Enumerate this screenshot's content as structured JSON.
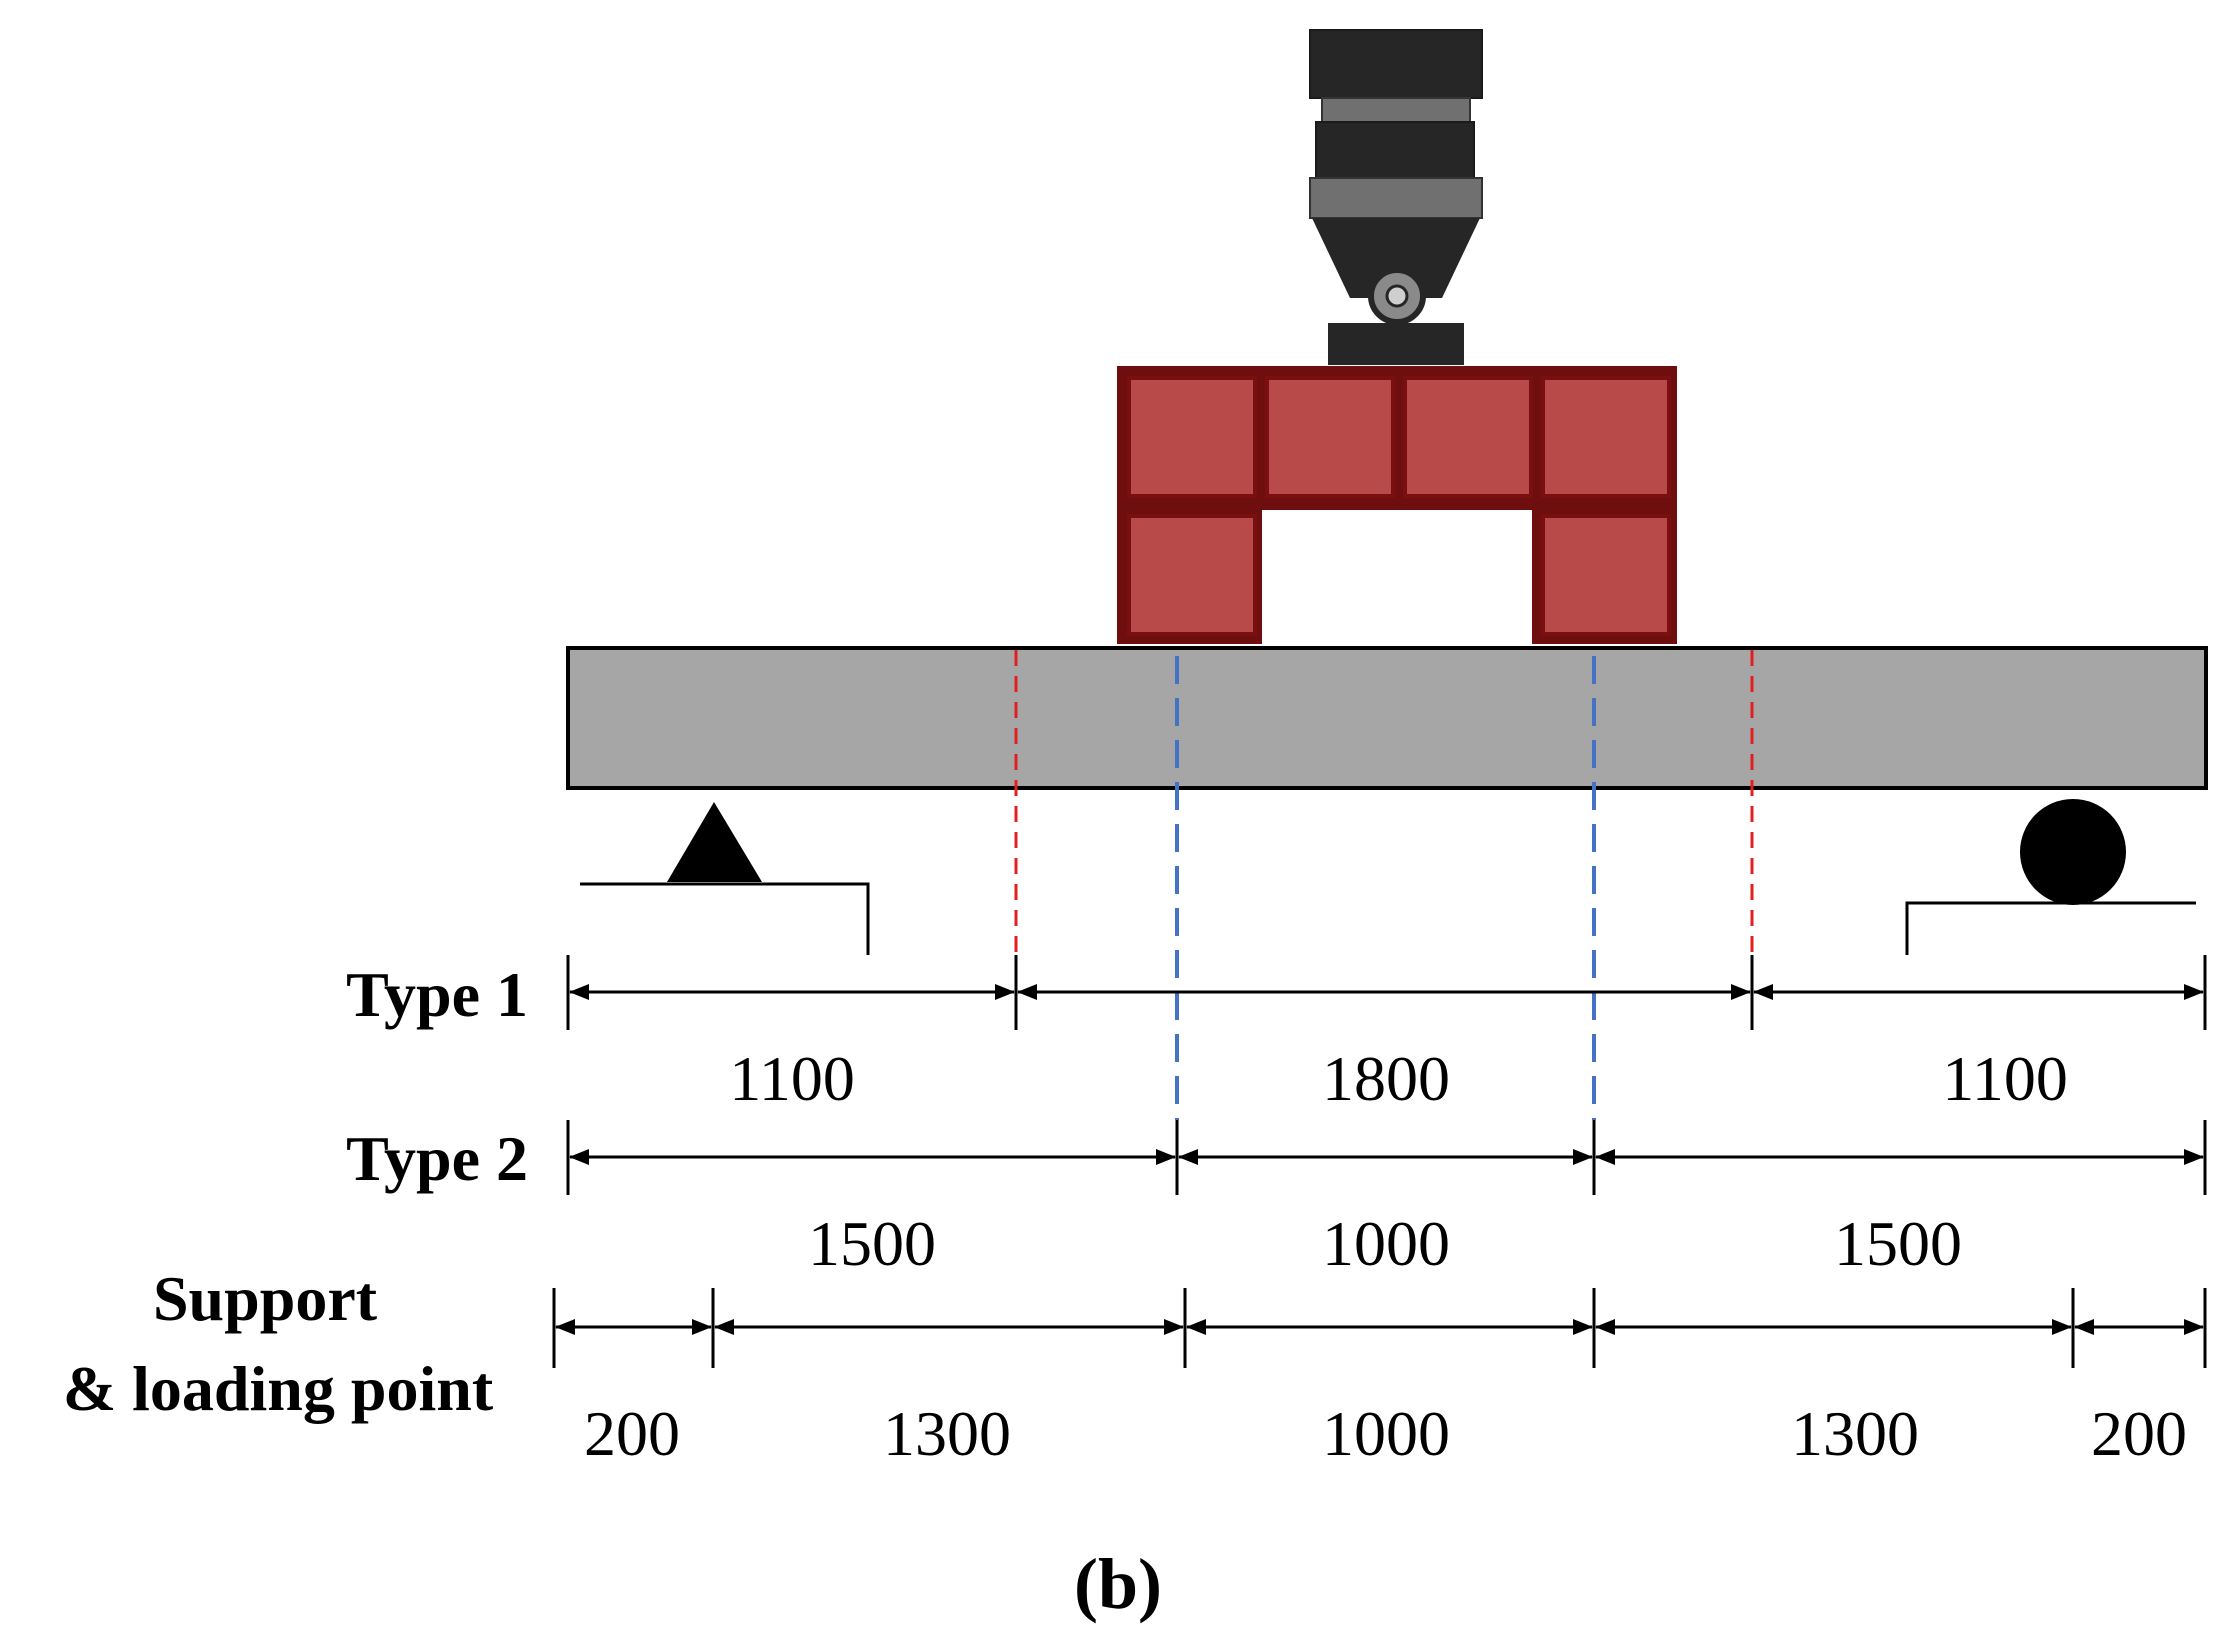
{
  "rows": [
    {
      "label": "Type 1",
      "segments": [
        "1100",
        "1800",
        "1100"
      ]
    },
    {
      "label": "Type 2",
      "segments": [
        "1500",
        "1000",
        "1500"
      ]
    },
    {
      "label_line1": "Support",
      "label_line2": "& loading point",
      "segments": [
        "200",
        "1300",
        "1000",
        "1300",
        "200"
      ]
    }
  ],
  "caption": "(b)",
  "colors": {
    "beam": "#a6a6a6",
    "block_fill": "#b94a4a",
    "block_edge": "#7a0f0f",
    "actuator_dark": "#262626",
    "actuator_mid": "#6e6e6e",
    "type1_marker": "#e02020",
    "type2_marker": "#4472c4"
  },
  "icons": [
    "actuator-icon",
    "pin-support-icon",
    "roller-support-icon"
  ]
}
